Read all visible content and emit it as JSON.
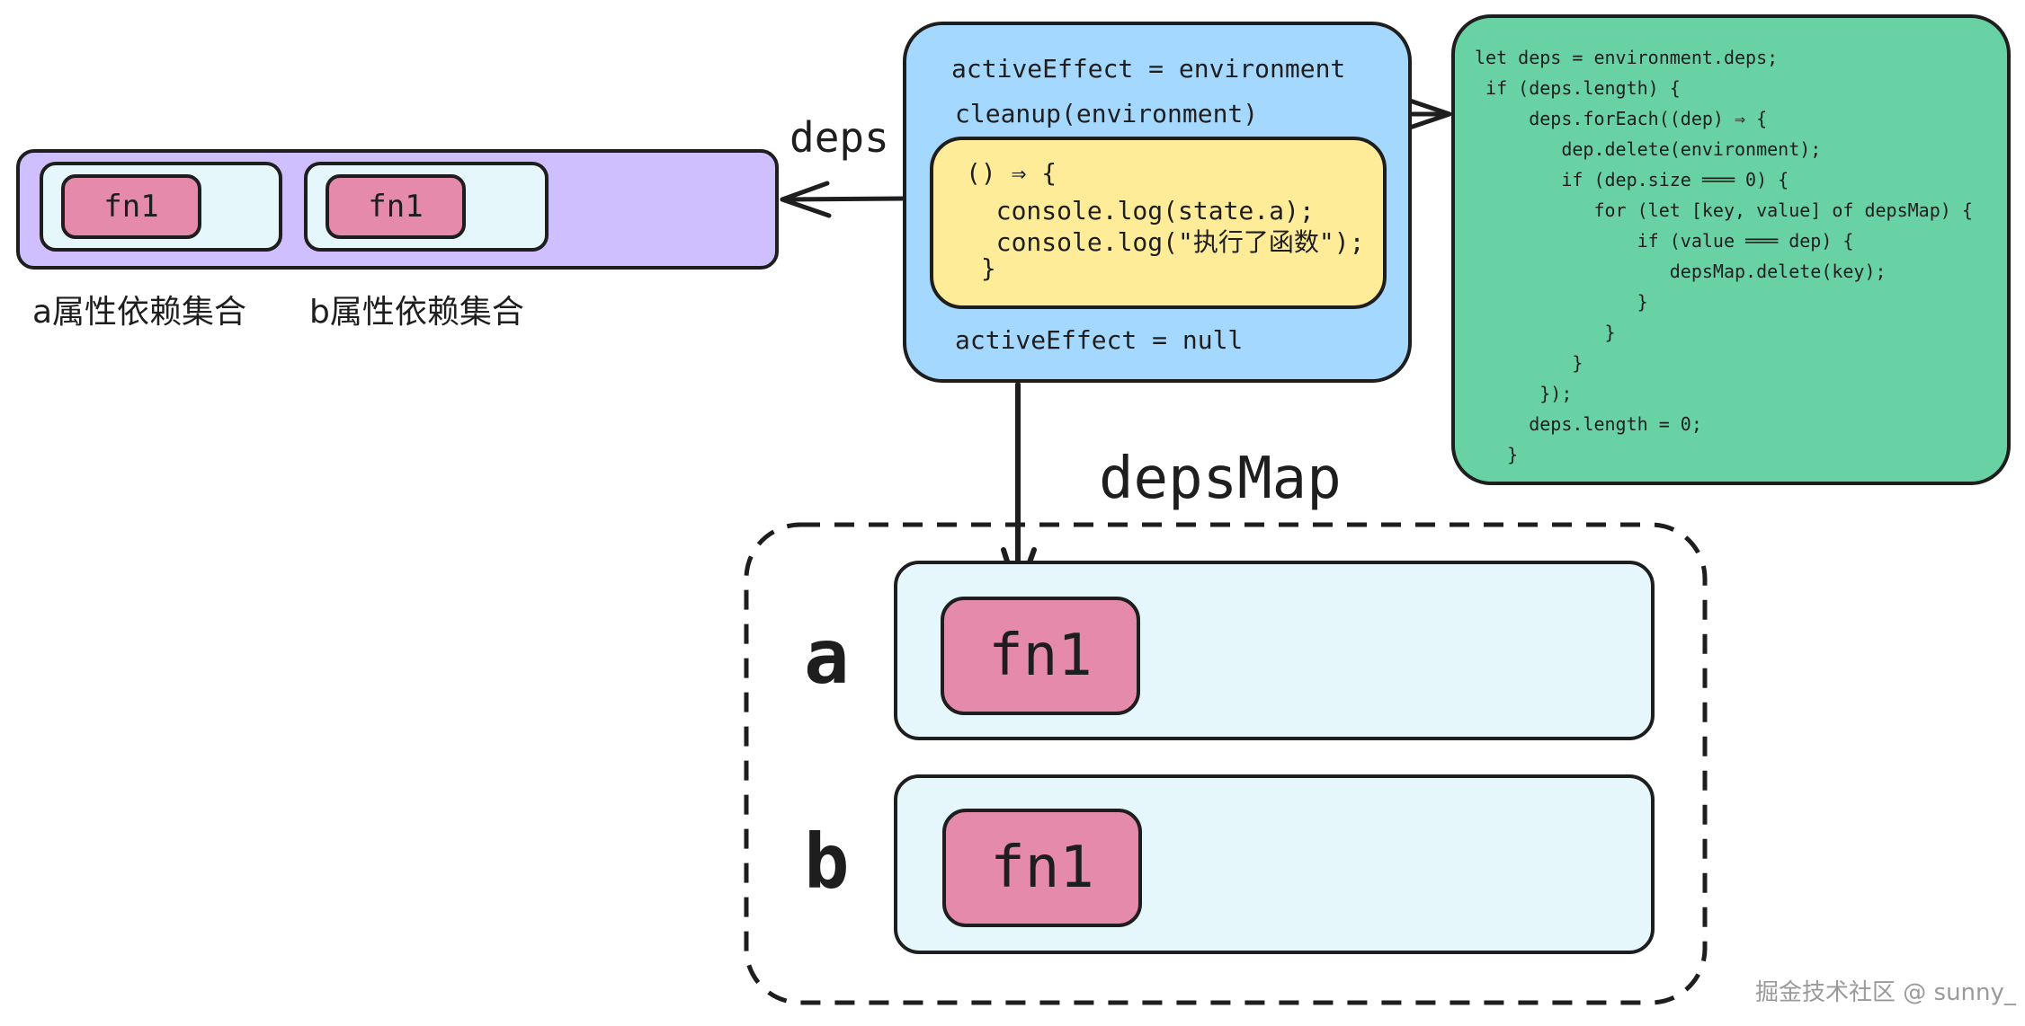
{
  "colors": {
    "purple_box": "#d0bfff",
    "slot_fill": "#e6f7fb",
    "chip_fill": "#e68aab",
    "blue_box": "#a5d8ff",
    "yellow_box": "#ffec99",
    "green_box": "#69d2a5",
    "stroke": "#1e1e1e"
  },
  "left_set": {
    "a_chip": "fn1",
    "b_chip": "fn1",
    "a_caption": "a属性依赖集合",
    "b_caption": "b属性依赖集合"
  },
  "deps_label": "deps",
  "effect_box": {
    "line1": "activeEffect = environment",
    "line2": "cleanup(environment)",
    "line_last": "activeEffect = null",
    "fn_code": [
      "() ⇒ {",
      "  console.log(state.a);",
      "  console.log(\"执行了函数\");",
      " }"
    ]
  },
  "cleanup_code": [
    "let deps = environment.deps;",
    " if (deps.length) {",
    "     deps.forEach((dep) ⇒ {",
    "        dep.delete(environment);",
    "        if (dep.size ═══ 0) {",
    "           for (let [key, value] of depsMap) {",
    "               if (value ═══ dep) {",
    "                  depsMap.delete(key);",
    "               }",
    "            }",
    "         }",
    "      });",
    "     deps.length = 0;",
    "   }"
  ],
  "deps_map": {
    "title": "depsMap",
    "rows": [
      {
        "key": "a",
        "chip": "fn1"
      },
      {
        "key": "b",
        "chip": "fn1"
      }
    ]
  },
  "watermark": "掘金技术社区 @ sunny_"
}
